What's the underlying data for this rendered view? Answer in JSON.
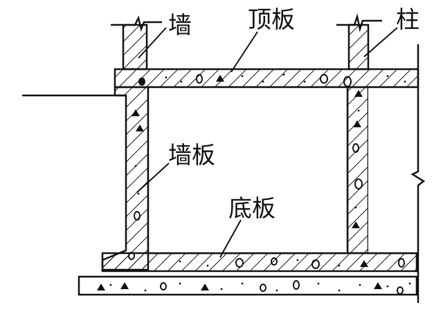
{
  "labels": {
    "wall": "墙",
    "roof_slab": "顶板",
    "column": "柱",
    "wall_slab": "墙板",
    "floor_slab": "底板"
  },
  "colors": {
    "ink": "#111111",
    "background": "#ffffff"
  }
}
